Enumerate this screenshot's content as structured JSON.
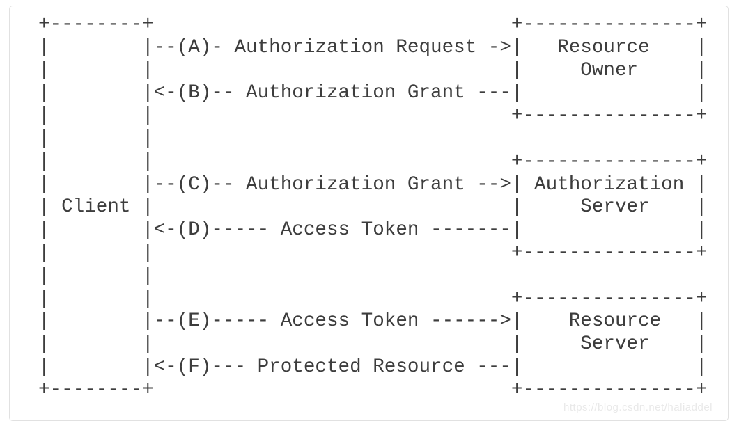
{
  "diagram": {
    "type": "ascii-flow-diagram",
    "ascii_lines": [
      "+--------+                               +---------------+",
      "|        |--(A)- Authorization Request ->|   Resource    |",
      "|        |                               |     Owner     |",
      "|        |<-(B)-- Authorization Grant ---|               |",
      "|        |                               +---------------+",
      "|        |",
      "|        |                               +---------------+",
      "|        |--(C)-- Authorization Grant -->| Authorization |",
      "| Client |                               |     Server    |",
      "|        |<-(D)----- Access Token -------|               |",
      "|        |                               +---------------+",
      "|        |",
      "|        |                               +---------------+",
      "|        |--(E)----- Access Token ------>|    Resource   |",
      "|        |                               |     Server    |",
      "|        |<-(F)--- Protected Resource ---|               |",
      "+--------+                               +---------------+"
    ],
    "entities": [
      "Client",
      "Resource Owner",
      "Authorization Server",
      "Resource Server"
    ],
    "flow_steps": [
      {
        "id": "A",
        "from": "Client",
        "to": "Resource Owner",
        "label": "Authorization Request"
      },
      {
        "id": "B",
        "from": "Resource Owner",
        "to": "Client",
        "label": "Authorization Grant"
      },
      {
        "id": "C",
        "from": "Client",
        "to": "Authorization Server",
        "label": "Authorization Grant"
      },
      {
        "id": "D",
        "from": "Authorization Server",
        "to": "Client",
        "label": "Access Token"
      },
      {
        "id": "E",
        "from": "Client",
        "to": "Resource Server",
        "label": "Access Token"
      },
      {
        "id": "F",
        "from": "Resource Server",
        "to": "Client",
        "label": "Protected Resource"
      }
    ]
  },
  "watermark": {
    "text": "https://blog.csdn.net/haliaddel"
  },
  "colors": {
    "text": "#3d3d3d",
    "frame_border": "#e1e1e1",
    "background": "#ffffff",
    "watermark": "#e9e9e9"
  }
}
